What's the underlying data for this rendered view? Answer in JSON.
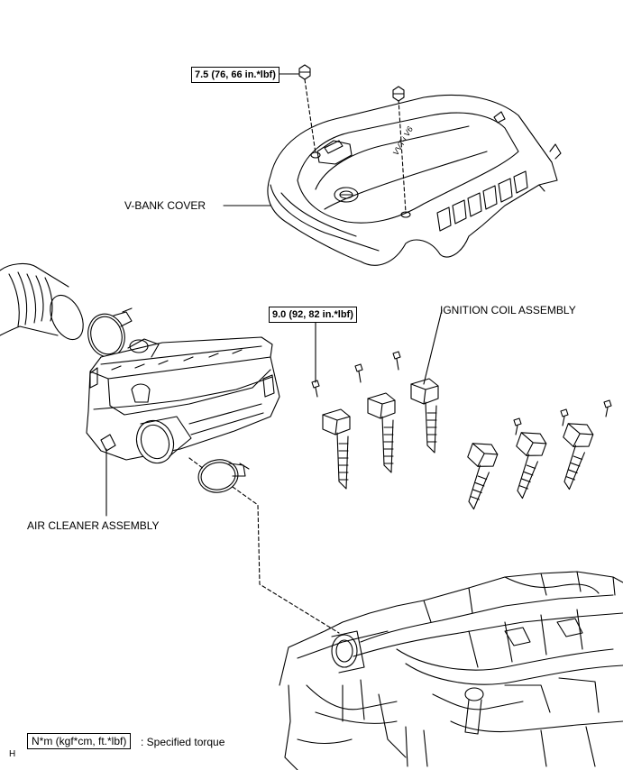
{
  "labels": {
    "vbank_torque": "7.5 (76, 66 in.*lbf)",
    "vbank_cover": "V-BANK COVER",
    "coil_torque": "9.0 (92, 82 in.*lbf)",
    "ignition_coil": "IGNITION COIL ASSEMBLY",
    "air_cleaner": "AIR CLEANER ASSEMBLY"
  },
  "legend": {
    "unit_box": "N*m (kgf*cm, ft.*lbf)",
    "unit_desc": ": Specified torque"
  },
  "corner_mark": "H",
  "cover_text": "VVT-i V6"
}
